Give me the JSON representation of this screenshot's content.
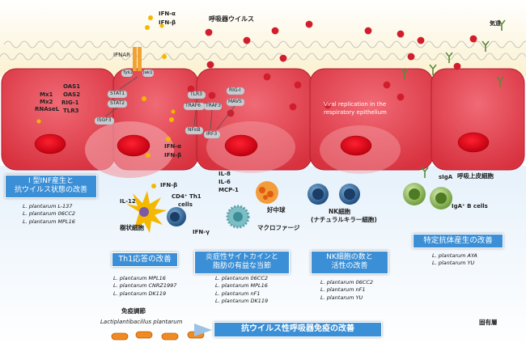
{
  "top": {
    "virus_label": "呼吸器ウイルス",
    "airway_label": "気道"
  },
  "cytokines": {
    "ifn_a_top": "IFN-α",
    "ifn_b_top": "IFN-β",
    "ifnar": "IFNAR",
    "tyk2": "Tyk2",
    "jak1": "Jak1",
    "ifn_a_mid": "IFN-α",
    "ifn_b_mid": "IFN-β",
    "ifn_b_low": "IFN-β",
    "il12": "IL-12",
    "ifn_g": "IFN-γ",
    "il8": "IL-8",
    "il6": "IL-6",
    "mcp1": "MCP-1",
    "siga": "sIgA"
  },
  "cell_proteins": {
    "mx1": "Mx1",
    "mx2": "Mx2",
    "rnasel": "RNAseL",
    "oas1": "OAS1",
    "oas2": "OAS2",
    "rigi_l": "RIG-1",
    "tlr3_l": "TLR3",
    "stat1": "STAT1",
    "stat2": "STAT2",
    "isgf3": "ISGF3",
    "tlr3": "TLR3",
    "traf6": "TRAF6",
    "traf3": "TRAF3",
    "rigi": "RIG-I",
    "mavs": "MAVS",
    "nfkb": "NFκB",
    "irf3": "IRF3",
    "viral_rep_1": "Viral replication in the",
    "viral_rep_2": "respiratory epithelium"
  },
  "layers": {
    "epithelium": "呼吸上皮細胞",
    "lamina": "固有層"
  },
  "cells": {
    "dendritic": "樹状細胞",
    "cd4_1": "CD4⁺ Th1",
    "cd4_2": "cells",
    "macrophage": "マクロファージ",
    "neutrophil": "好中球",
    "nk_1": "NK細胞",
    "nk_2": "(ナチュラルキラー細胞)",
    "bcell": "IgA⁺ B cells"
  },
  "boxes": {
    "box1_line1": "I 型INF産生と",
    "box1_line2": "抗ウイルス状態の改善",
    "box2": "Th1応答の改善",
    "box3_line1": "炎症性サイトカインと",
    "box3_line2": "脂肪の有益な当節",
    "box4_line1": "NK細胞の数と",
    "box4_line2": "活性の改善",
    "box5": "特定抗体産生の改善",
    "box6": "抗ウイルス性呼吸器免疫の改善"
  },
  "strains": {
    "s1": [
      "L. plantarum L-137",
      "L. plantarum 06CC2",
      "L. plantarum MPL16"
    ],
    "s2": [
      "L. plantarum MPL16",
      "L. plantarum CNRZ1997",
      "L. plantarum DK119"
    ],
    "s3": [
      "L. plantarum 06CC2",
      "L. plantarum MPL16",
      "L. plantarum nF1",
      "L. plantarum DK119"
    ],
    "s4": [
      "L. plantarum 06CC2",
      "L. plantarum nF1",
      "L. plantarum YU"
    ],
    "s5": [
      "L. plantarum AYA",
      "L. plantarum YU"
    ]
  },
  "bottom": {
    "immunomod": "免疫調節",
    "lacto": "Lactiplantibacillus plantarum"
  }
}
